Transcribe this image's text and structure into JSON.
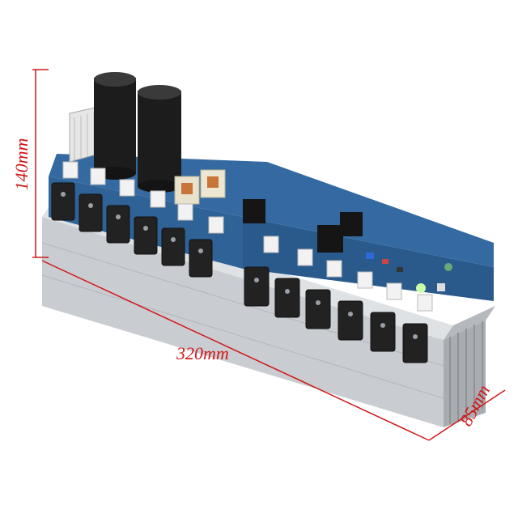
{
  "dimensions": {
    "height": "140mm",
    "length": "320mm",
    "depth": "85mm"
  },
  "colors": {
    "dimension_line": "#d01818",
    "heatsink": "#c9ccd0",
    "pcb": "#2a5a8c",
    "capacitor": "#1c1c1c",
    "transistor": "#222222"
  }
}
